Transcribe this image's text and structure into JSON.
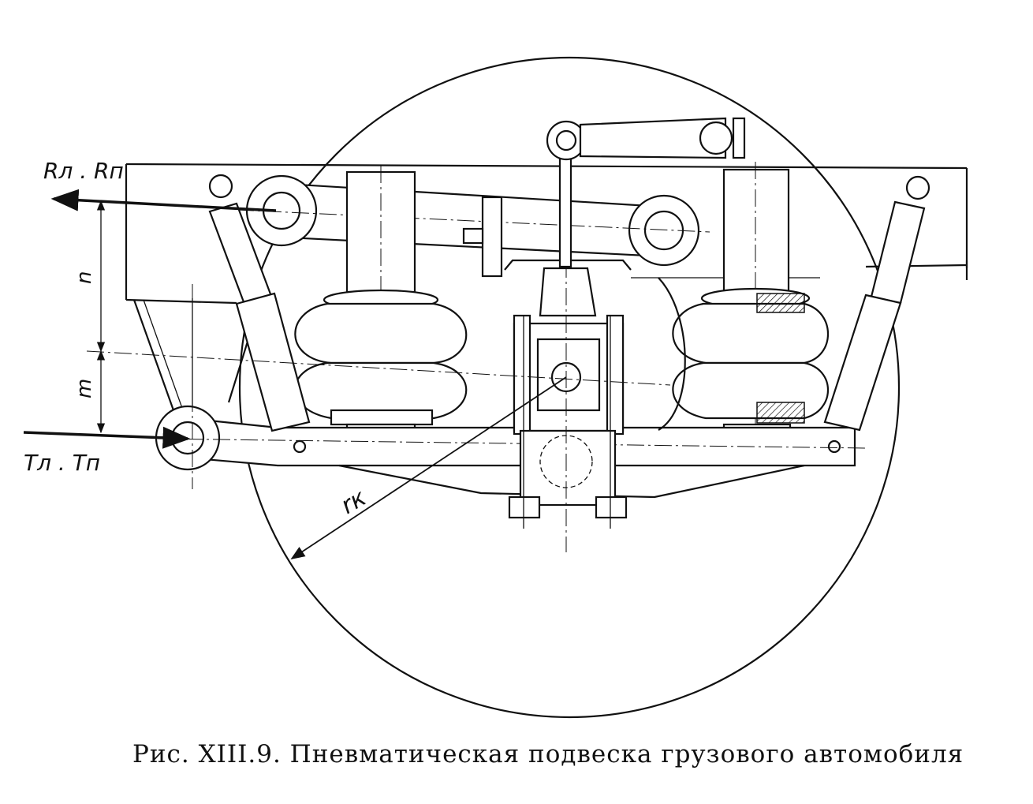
{
  "figure": {
    "caption": "Рис. XIII.9. Пневматическая подвеска грузового автомобиля",
    "labels": {
      "reaction_forces": "Rл . Rп",
      "traction_forces": "Tл . Tп",
      "dim_n": "n",
      "dim_m": "m",
      "wheel_radius": "rк"
    },
    "colors": {
      "ink": "#111111",
      "paper": "#ffffff"
    }
  }
}
